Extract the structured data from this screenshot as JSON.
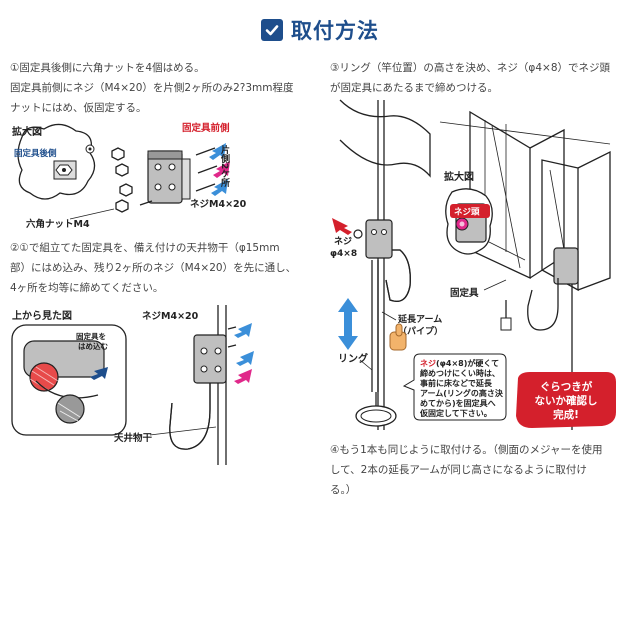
{
  "header": {
    "title": "取付方法",
    "icon": "check-square-icon",
    "accent_color": "#1e4e8c"
  },
  "step1": {
    "line1": "①固定具後側に六角ナットを4個はめる。",
    "line2": "固定具前側にネジ（M4×20）を片側2ヶ所のみ2?3mm程度",
    "line3": "ナットにはめ、仮固定する。"
  },
  "step2": {
    "line1": "②①で組立てた固定具を、備え付けの天井物干（φ15mm",
    "line2": "部）にはめ込み、残り2ヶ所のネジ（M4×20）を先に通し、",
    "line3": "4ヶ所を均等に締めてください。"
  },
  "step3": {
    "line1": "③リング（竿位置）の高さを決め、ネジ（φ4×8）でネジ頭",
    "line2": "が固定具にあたるまで締めつける。"
  },
  "step4": {
    "line1": "④もう1本も同じように取付ける。（側面のメジャーを使用",
    "line2": "して、2本の延長アームが同じ高さになるように取付け",
    "line3": "る。）"
  },
  "fig1": {
    "zoom_label": "拡大図",
    "rear_label": "固定具後側",
    "front_label": "固定具前側",
    "side_label": "片側2ケ所",
    "nut_label": "六角ナットM4",
    "screw_label": "ネジM4×20"
  },
  "fig2": {
    "top_view_label": "上から見た図",
    "insert_label_1": "固定具を",
    "insert_label_2": "はめ込む",
    "screw_label": "ネジM4×20",
    "pole_label": "天井物干"
  },
  "fig3": {
    "screw_label_1": "ネジ",
    "screw_label_2": "φ4×8",
    "zoom_label": "拡大図",
    "screw_head_label": "ネジ頭",
    "fixture_label": "固定具",
    "arm_label_1": "延長アーム",
    "arm_label_2": "（パイプ）",
    "ring_label": "リング",
    "note_1": "ネジ(φ4×8)が硬くて",
    "note_2": "締めつけにくい時は、",
    "note_3": "事前に床などで延長",
    "note_4": "アーム(リングの高さ決",
    "note_5": "めてから)を固定具へ",
    "note_6": "仮固定して下さい。",
    "note_highlight": "ネジ",
    "badge_1": "ぐらつきが",
    "badge_2": "ないか確認し",
    "badge_3": "完成!",
    "badge_color": "#d4202c"
  }
}
